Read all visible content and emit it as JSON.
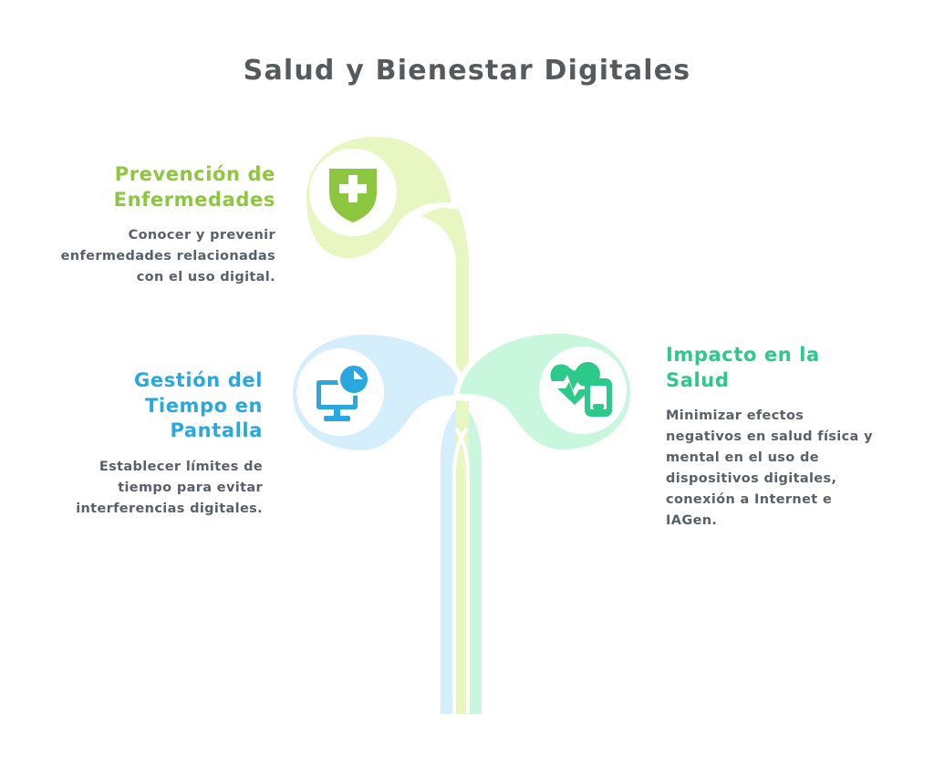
{
  "page": {
    "title": "Salud y Bienestar Digitales",
    "background_color": "#ffffff",
    "title_color": "#545a5e"
  },
  "palette": {
    "green_leaf": "#e8f7c1",
    "green_accent": "#8dc63f",
    "blue_leaf": "#d4eefb",
    "blue_accent": "#29a8df",
    "mint_leaf": "#c8f7dd",
    "mint_accent": "#2bc98a",
    "body_text": "#58606a"
  },
  "branches": [
    {
      "id": "prevencion",
      "heading_lines": [
        "Prevención de",
        "Enfermedades"
      ],
      "heading": "Prevención de Enfermedades",
      "body": "Conocer y prevenir enfermedades relacionadas con el uso digital.",
      "icon": "shield-plus-icon",
      "leaf_color": "#e8f7c1",
      "accent_color": "#8dc63f",
      "align": "right"
    },
    {
      "id": "gestion",
      "heading_lines": [
        "Gestión del",
        "Tiempo en",
        "Pantalla"
      ],
      "heading": "Gestión del Tiempo en Pantalla",
      "body": "Establecer límites de tiempo para evitar interferencias digitales.",
      "icon": "monitor-clock-icon",
      "leaf_color": "#d4eefb",
      "accent_color": "#29a8df",
      "align": "right"
    },
    {
      "id": "impacto",
      "heading_lines": [
        "Impacto en la",
        "Salud"
      ],
      "heading": "Impacto en la Salud",
      "body": "Minimizar efectos negativos en salud física y mental en el uso de dispositivos digitales, conexión a Internet e IAGen.",
      "icon": "heartbeat-phone-icon",
      "leaf_color": "#c8f7dd",
      "accent_color": "#2bc98a",
      "align": "left"
    }
  ]
}
